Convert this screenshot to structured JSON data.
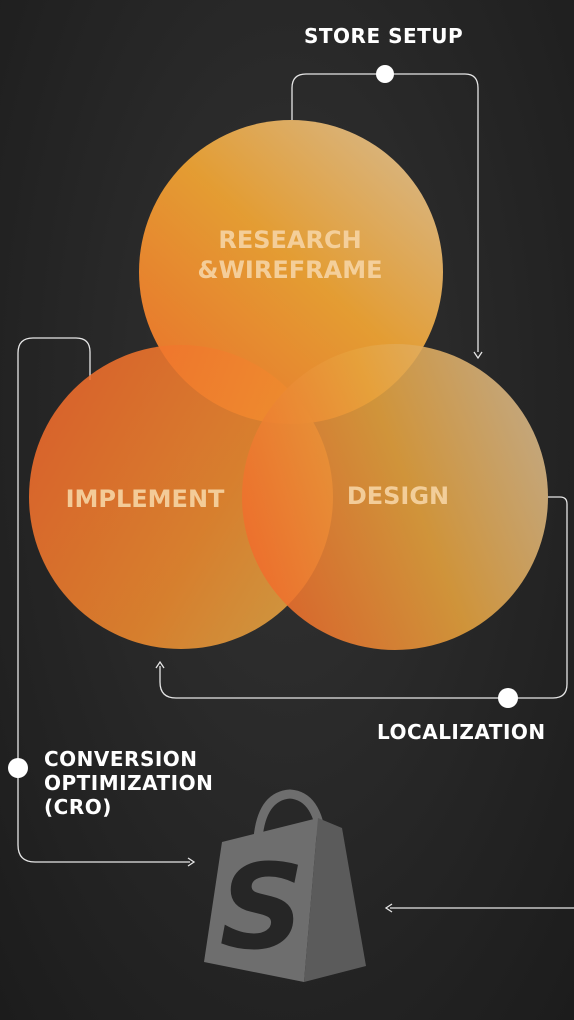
{
  "labels": {
    "store_setup": "STORE SETUP",
    "localization": "LOCALIZATION",
    "cro_line1": "CONVERSION",
    "cro_line2": "OPTIMIZATION",
    "cro_line3": "(CRO)"
  },
  "circles": {
    "research_line1": "RESEARCH",
    "research_line2": "&WIREFRAME",
    "implement": "IMPLEMENT",
    "design": "DESIGN"
  },
  "colors": {
    "background": "#262626",
    "circle_orange": "#f0762c",
    "circle_amber": "#e8a23a",
    "circle_tan": "#dcb785",
    "connector": "#e6e6e6",
    "logo_gray": "#6e6e6e"
  },
  "icons": {
    "logo": "shopify-bag-icon"
  }
}
